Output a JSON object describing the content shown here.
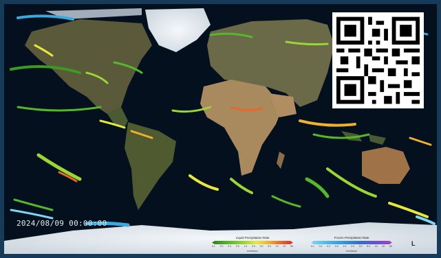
{
  "timestamp": "2024/08/09 00:00:00",
  "legend_liquid": {
    "title": "Liquid Precipitation Rate",
    "unit": "mm/hour",
    "ticks": [
      "0.1",
      "0.2",
      "0.3",
      "0.5",
      "1.0",
      "2.0",
      "3.0",
      "5.0",
      "10",
      "20",
      "50"
    ]
  },
  "legend_frozen": {
    "title": "Frozen Precipitation Rate",
    "unit": "mm/hour",
    "ticks": [
      "0.1",
      "0.2",
      "0.3",
      "0.5",
      "1.0",
      "2.0",
      "3.0",
      "5.0",
      "10",
      "20",
      "50"
    ]
  },
  "corner_mark": "L",
  "colors": {
    "ocean": "#04101e",
    "liquid_ramp": [
      "#2e7d1f",
      "#55b82a",
      "#9ad634",
      "#e8e83a",
      "#f0b22c",
      "#e6682a",
      "#d4302a"
    ],
    "frozen_ramp": [
      "#7fd6f2",
      "#3aa9e0",
      "#2f6fd0",
      "#6a4ed0",
      "#a044c8"
    ]
  },
  "icons": [
    "qr-code-icon"
  ]
}
